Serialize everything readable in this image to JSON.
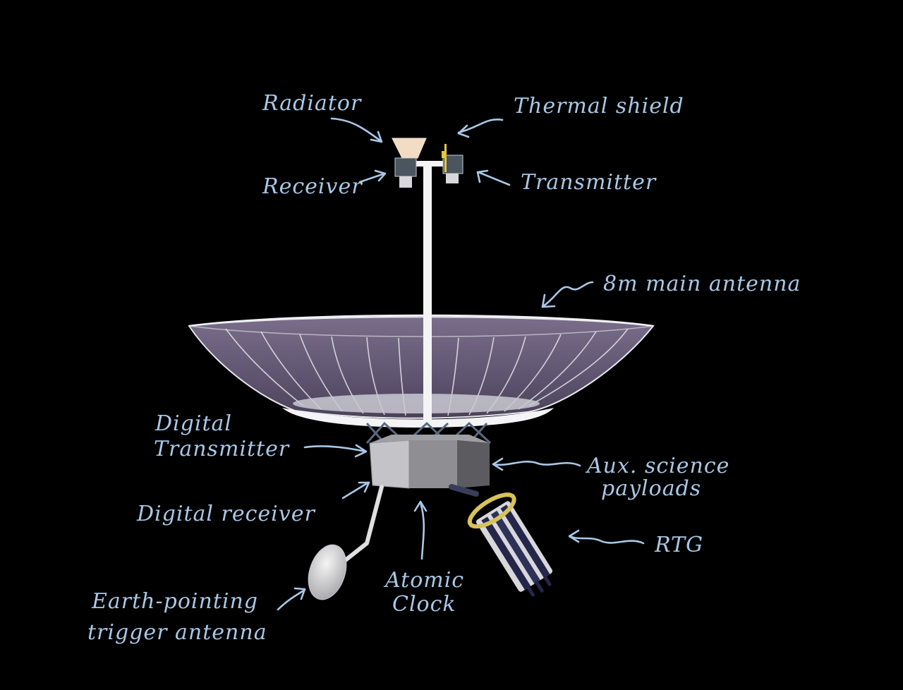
{
  "labels": {
    "radiator": "Radiator",
    "thermal_shield": "Thermal shield",
    "receiver": "Receiver",
    "transmitter": "Transmitter",
    "main_antenna": "8m main antenna",
    "digital_transmitter_line1": "Digital",
    "digital_transmitter_line2": "Transmitter",
    "aux_science_line1": "Aux. science",
    "aux_science_line2": "payloads",
    "digital_receiver": "Digital receiver",
    "rtg": "RTG",
    "atomic_clock_line1": "Atomic",
    "atomic_clock_line2": "Clock",
    "trigger_antenna_line1": "Earth-pointing",
    "trigger_antenna_line2": "trigger antenna"
  },
  "colors": {
    "background": "#000000",
    "label": "#a9c8e6",
    "dish": "#5f5470",
    "dish_rim": "#f2f2f5",
    "mast": "#f4f4f4",
    "bus_light": "#c4c4c8",
    "bus_mid": "#8f8f93",
    "bus_dark": "#5c5c60",
    "rtg_ring": "#d8c25a",
    "rtg_body": "#24264a",
    "radiator": "#f3dcc4"
  }
}
